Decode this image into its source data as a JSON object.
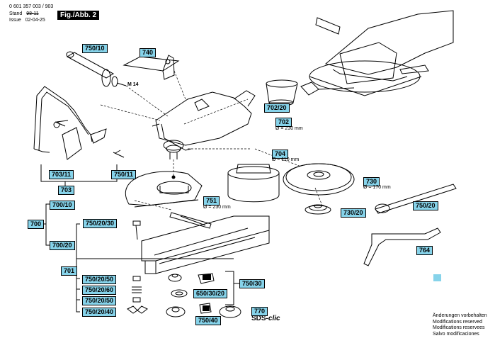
{
  "header": {
    "doc_number": "0 601 357 003 / 903",
    "stand_label": "Stand",
    "stand_value": "98-11",
    "issue_label": "Issue",
    "issue_value": "02-04-25",
    "figure_label": "Fig./Abb. 2"
  },
  "parts": {
    "p750_10": "750/10",
    "p740": "740",
    "m14": "M 14",
    "p702_20": "702/20",
    "p702": "702",
    "p702_dim": "Ø = 230 mm",
    "p704": "704",
    "p704_dim": "Ø = 110 mm",
    "p703_11": "703/11",
    "p750_11": "750/11",
    "p703": "703",
    "p730": "730",
    "p730_dim": "Ø = 170 mm",
    "p751": "751",
    "p751_dim": "Ø = 230 mm",
    "p730_20": "730/20",
    "p750_20": "750/20",
    "p700_10": "700/10",
    "p700": "700",
    "p700_20": "700/20",
    "p750_20_30": "750/20/30",
    "p764": "764",
    "p701": "701",
    "p750_20_50a": "750/20/50",
    "p750_20_60": "750/20/60",
    "p750_20_50b": "750/20/50",
    "p750_20_40": "750/20/40",
    "p750_30": "750/30",
    "p650_30_20": "650/30/20",
    "p770": "770",
    "p750_40": "750/40"
  },
  "sds": {
    "prefix": "SDS-",
    "suffix": "clic"
  },
  "notes": [
    "Änderungen vorbehalten",
    "Modifications reserved",
    "Modifications reservees",
    "Salvo modificaciones"
  ]
}
